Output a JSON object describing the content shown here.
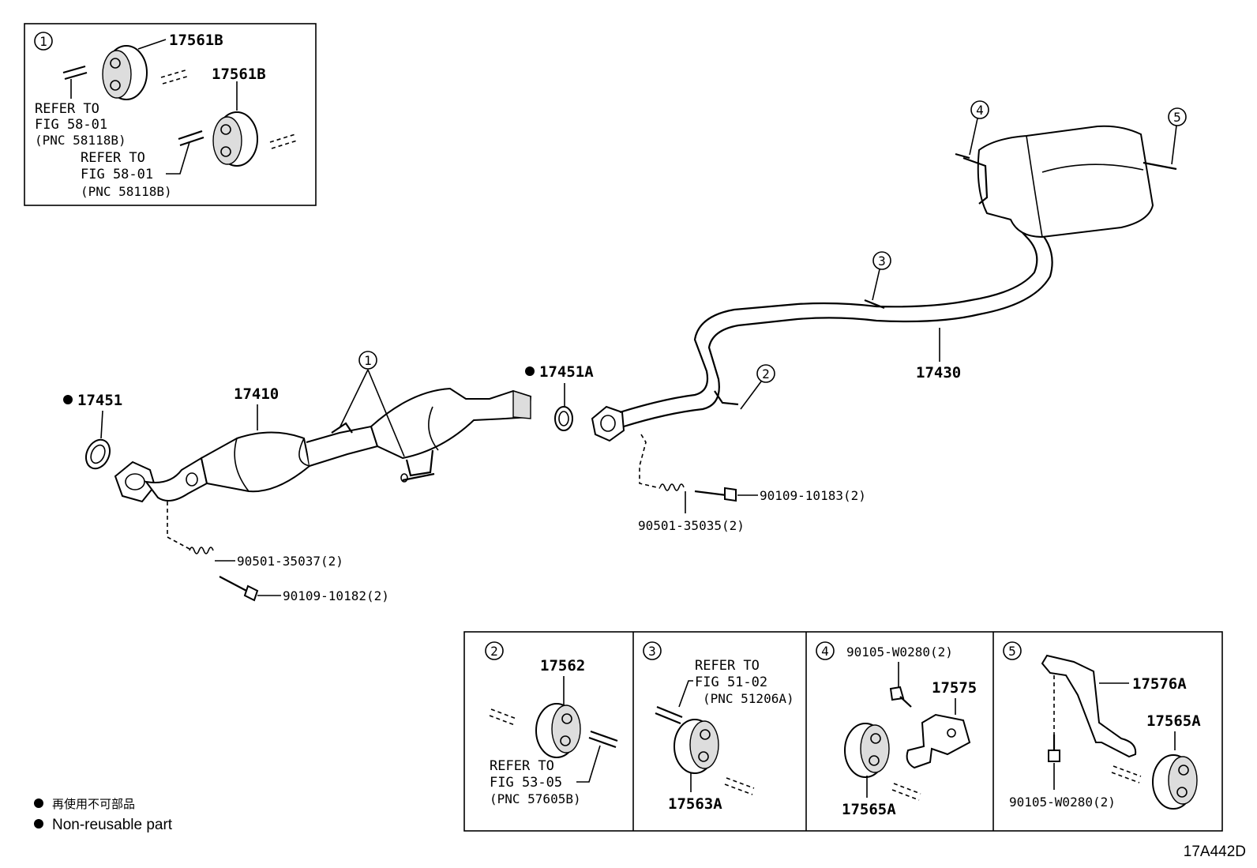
{
  "diagram_id": "17A442D",
  "legend": {
    "jp": "再使用不可部品",
    "en": "Non-reusable part"
  },
  "main_parts": {
    "gasket_front": "17451",
    "converter": "17410",
    "gasket_mid": "17451A",
    "tail_pipe": "17430",
    "spring_front": "90501-35037(2)",
    "bolt_front": "90109-10182(2)",
    "spring_rear": "90501-35035(2)",
    "bolt_rear": "90109-10183(2)"
  },
  "callouts": {
    "c1": "1",
    "c2": "2",
    "c3": "3",
    "c4": "4",
    "c5": "5"
  },
  "inset1": {
    "num": "1",
    "part_a": "17561B",
    "part_b": "17561B",
    "ref_a_line1": "REFER TO",
    "ref_a_line2": "FIG 58-01",
    "ref_a_line3": "(PNC 58118B)",
    "ref_b_line1": "REFER TO",
    "ref_b_line2": "FIG 58-01",
    "ref_b_line3": "(PNC 58118B)"
  },
  "inset2": {
    "num": "2",
    "part": "17562",
    "ref_line1": "REFER TO",
    "ref_line2": "FIG 53-05",
    "ref_line3": "(PNC 57605B)"
  },
  "inset3": {
    "num": "3",
    "part": "17563A",
    "ref_line1": "REFER TO",
    "ref_line2": "FIG 51-02",
    "ref_line3": "(PNC 51206A)"
  },
  "inset4": {
    "num": "4",
    "bolt": "90105-W0280(2)",
    "bracket": "17575",
    "hanger": "17565A"
  },
  "inset5": {
    "num": "5",
    "bracket": "17576A",
    "hanger": "17565A",
    "bolt": "90105-W0280(2)"
  }
}
